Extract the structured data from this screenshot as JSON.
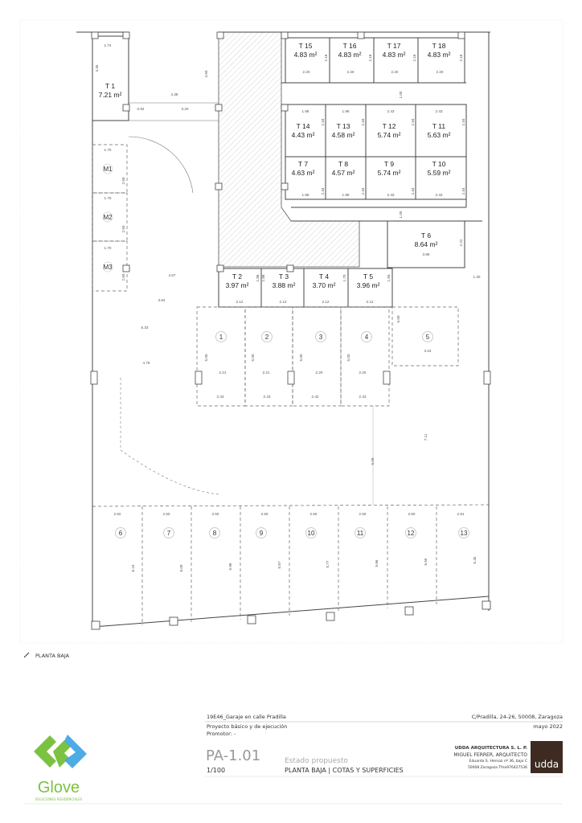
{
  "plan": {
    "view_label": "PLANTA BAJA",
    "rooms": [
      {
        "name": "T 1",
        "area": "7.21 m²"
      },
      {
        "name": "T 15",
        "area": "4.83 m²"
      },
      {
        "name": "T 16",
        "area": "4.83 m²"
      },
      {
        "name": "T 17",
        "area": "4.83 m²"
      },
      {
        "name": "T 18",
        "area": "4.83 m²"
      },
      {
        "name": "T 14",
        "area": "4.43 m²"
      },
      {
        "name": "T 13",
        "area": "4.58 m²"
      },
      {
        "name": "T 12",
        "area": "5.74 m²"
      },
      {
        "name": "T 11",
        "area": "5.63 m²"
      },
      {
        "name": "T 7",
        "area": "4.63 m²"
      },
      {
        "name": "T 8",
        "area": "4.57 m²"
      },
      {
        "name": "T 9",
        "area": "5.74 m²"
      },
      {
        "name": "T 10",
        "area": "5.59 m²"
      },
      {
        "name": "T 6",
        "area": "8.64 m²"
      },
      {
        "name": "T 2",
        "area": "3.97 m²"
      },
      {
        "name": "T 3",
        "area": "3.88 m²"
      },
      {
        "name": "T 4",
        "area": "3.70 m²"
      },
      {
        "name": "T 5",
        "area": "3.96 m²"
      }
    ],
    "motorbike_spaces": [
      "M1",
      "M2",
      "M3"
    ],
    "parking_spaces": [
      "1",
      "2",
      "3",
      "4",
      "5",
      "6",
      "7",
      "8",
      "9",
      "10",
      "11",
      "12",
      "13"
    ],
    "dimensions": [
      "1.74",
      "4.35",
      "4.38",
      "0.92",
      "3.20",
      "4.50",
      "2.20",
      "2.20",
      "2.20",
      "2.20",
      "2.16",
      "2.16",
      "2.16",
      "2.16",
      "1.00",
      "1.98",
      "1.98",
      "2.43",
      "2.43",
      "2.34",
      "2.34",
      "2.34",
      "2.34",
      "2.34",
      "2.34",
      "2.34",
      "2.34",
      "1.98",
      "1.98",
      "2.43",
      "2.43",
      "1.00",
      "3.86",
      "2.22",
      "1.30",
      "1.70",
      "1.70",
      "1.70",
      "2.50",
      "2.50",
      "2.50",
      "4.67",
      "3.64",
      "5.33",
      "4.78",
      "2.12",
      "2.12",
      "2.12",
      "2.12",
      "1.86",
      "1.86",
      "1.70",
      "1.93",
      "5.00",
      "5.00",
      "5.00",
      "5.00",
      "5.00",
      "3.24",
      "2.21",
      "2.21",
      "2.20",
      "2.20",
      "2.43",
      "2.43",
      "2.42",
      "2.43",
      "5.09",
      "7.11",
      "2.52",
      "2.50",
      "2.50",
      "2.50",
      "2.50",
      "2.50",
      "2.50",
      "2.81",
      "6.19",
      "6.09",
      "5.98",
      "5.87",
      "5.77",
      "5.66",
      "5.55",
      "5.45"
    ]
  },
  "title_block": {
    "project_code": "19E46_Garaje en calle Pradilla",
    "address": "C/Pradilla, 24-26, 50008, Zaragoza",
    "project_type": "Proyecto básico y de ejecución",
    "date": "mayo 2022",
    "promoter": "Promotor: -",
    "sheet_number": "PA-1.01",
    "scale": "1/100",
    "state": "Estado propuesto",
    "sheet_title": "PLANTA BAJA | COTAS Y SUPERFICIES",
    "firm_name": "UDDA ARQUITECTURA S. L. P.",
    "architect": "MIGUEL FERRER, ARQUITECTO",
    "firm_address": "Eduardo S. Hernaz nº 36, bajo C",
    "firm_city_phone": "50008 Zaragoza   Tfno976427536",
    "firm_logo_text": "udda",
    "firm_logo_color": "#3d2b22"
  },
  "client_logo": {
    "name": "Glove",
    "tagline": "SOLUCIONES RESIDENCIALES",
    "green": "#7cc242",
    "blue": "#3aa3e3"
  }
}
